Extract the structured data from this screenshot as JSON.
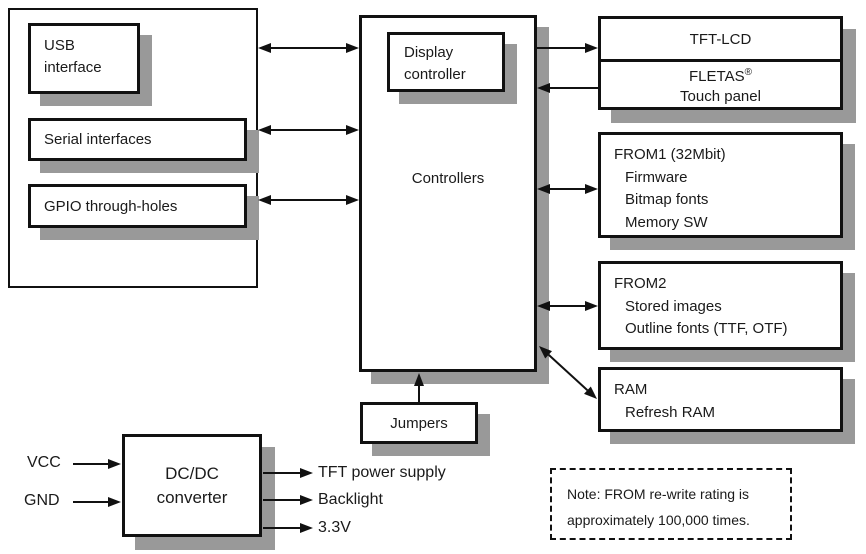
{
  "diagram": {
    "colors": {
      "border": "#111111",
      "shadow": "#999999",
      "background": "#ffffff",
      "text": "#1a1a1a"
    },
    "io_panel": {
      "usb": {
        "line1": "USB",
        "line2": "interface"
      },
      "serial": {
        "label": "Serial interfaces"
      },
      "gpio": {
        "label": "GPIO through-holes"
      }
    },
    "controllers": {
      "label": "Controllers",
      "display_controller": {
        "line1": "Display",
        "line2": "controller"
      }
    },
    "jumpers": {
      "label": "Jumpers"
    },
    "display_stack": {
      "tft_lcd": "TFT-LCD",
      "touch_brand": "FLETAS",
      "touch_reg": "®",
      "touch_label": "Touch panel"
    },
    "from1": {
      "title": "FROM1 (32Mbit)",
      "item1": "Firmware",
      "item2": "Bitmap fonts",
      "item3": "Memory SW"
    },
    "from2": {
      "title": "FROM2",
      "item1": "Stored images",
      "item2": "Outline fonts (TTF, OTF)"
    },
    "ram": {
      "title": "RAM",
      "item1": "Refresh RAM"
    },
    "power": {
      "vcc": "VCC",
      "gnd": "GND",
      "converter_line1": "DC/DC",
      "converter_line2": "converter",
      "out1": "TFT power supply",
      "out2": "Backlight",
      "out3": "3.3V"
    },
    "note": {
      "line1": "Note: FROM re-write rating is",
      "line2": "approximately 100,000 times."
    }
  }
}
